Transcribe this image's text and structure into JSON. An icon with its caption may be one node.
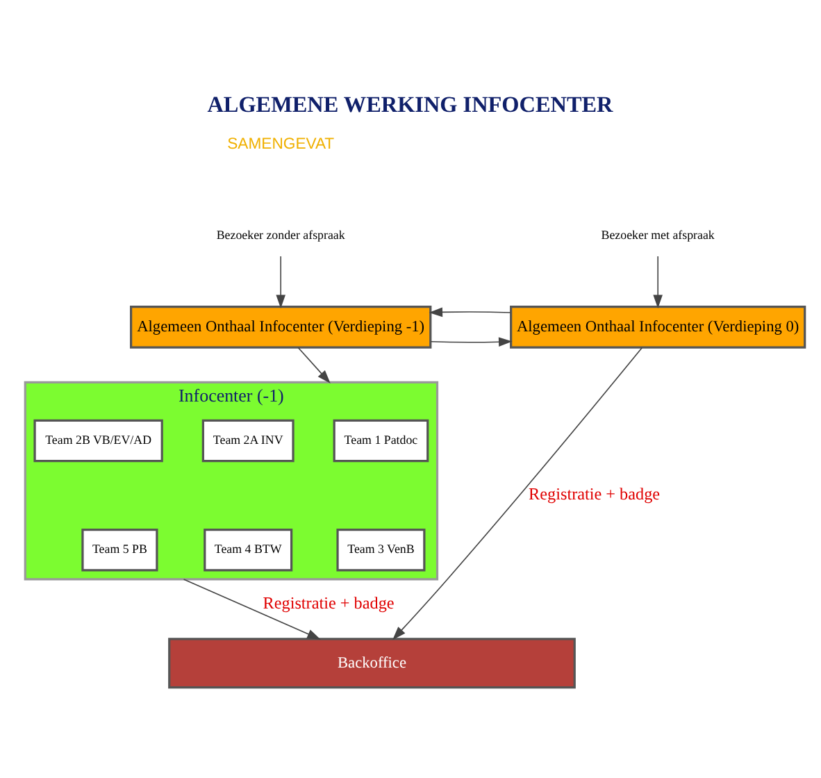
{
  "diagram": {
    "title": "ALGEMENE WERKING INFOCENTER",
    "nodes": [
      {
        "text": [
          "Bezoeker zonder afspraak"
        ]
      },
      {
        "text": [
          "Bezoeker met afspraak"
        ]
      },
      {
        "text": [
          "Algemeen Onthaal Infocenter (Verdieping -1)"
        ]
      },
      {
        "text": [
          "Algemeen Onthaal Infocenter (Verdieping 0)"
        ]
      },
      {
        "text": [
          "Infocenter (-1)"
        ]
      },
      {
        "text": [
          "Team 1 Patdoc"
        ],
        "in": 4
      },
      {
        "text": [
          "Team 2A INV"
        ],
        "in": 4
      },
      {
        "text": [
          "Team 2B VB/EV/AD"
        ],
        "in": 4
      },
      {
        "text": [
          "Team 3 VenB"
        ],
        "in": 4
      },
      {
        "text": [
          "Team 4 BTW"
        ],
        "in": 4
      },
      {
        "text": [
          "Team 5 PB"
        ],
        "in": 4
      },
      {
        "text": [
          "Backoffice"
        ]
      }
    ],
    "edges": [
      {
        "from": 0,
        "to": 2,
        "arrow": "to"
      },
      {
        "from": 1,
        "to": 3,
        "arrow": "to"
      },
      {
        "from": 2,
        "to": 3,
        "arrow": "to"
      },
      {
        "from": 3,
        "to": 2,
        "arrow": "to"
      },
      {
        "from": 2,
        "to": 4,
        "arrow": "to"
      },
      {
        "from": 4,
        "to": 11,
        "arrow": "to",
        "label": "Registratie + badge"
      },
      {
        "from": 3,
        "to": 11,
        "arrow": "to",
        "label": "Registratie + badge"
      }
    ],
    "labels": [
      "SAMENGEVAT"
    ]
  }
}
